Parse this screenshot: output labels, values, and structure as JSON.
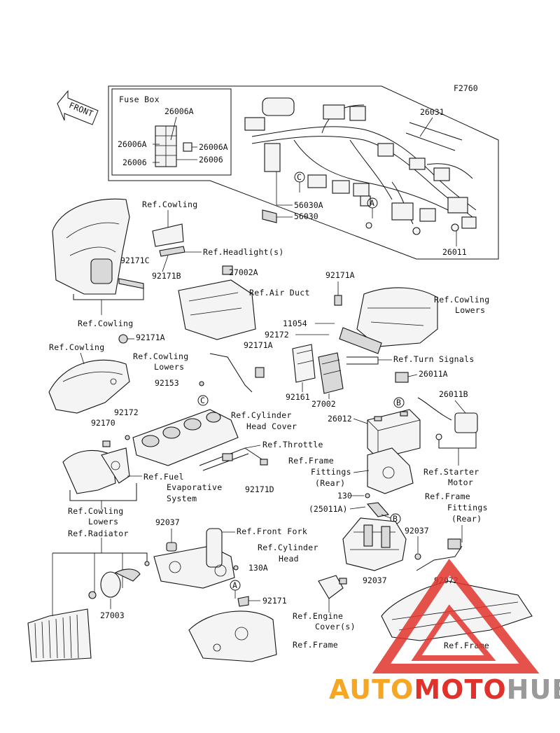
{
  "figure_code": "F2760",
  "front_label": "FRONT",
  "fuse_box_title": "Fuse Box",
  "part_numbers": {
    "p26031": "26031",
    "p26006A_top": "26006A",
    "p26006A_left": "26006A",
    "p26006A_right": "26006A",
    "p26006_left": "26006",
    "p26006_right": "26006",
    "p56030A": "56030A",
    "p56030": "56030",
    "p26011": "26011",
    "p27002A": "27002A",
    "p92171A_top": "92171A",
    "p11054": "11054",
    "p92172_mid": "92172",
    "p92171A_mid": "92171A",
    "p92171C": "92171C",
    "p92171B": "92171B",
    "p92171A_left": "92171A",
    "p92153": "92153",
    "p92161": "92161",
    "p27002": "27002",
    "p26011A": "26011A",
    "p26011B": "26011B",
    "p26012": "26012",
    "p92172_left": "92172",
    "p92170": "92170",
    "p92171D": "92171D",
    "p130": "130",
    "p25011A": "(25011A)",
    "p92037_left": "92037",
    "p92037_right": "92037",
    "p92037_bottom": "92037",
    "p130A": "130A",
    "p92171": "92171",
    "p92072": "92072",
    "p27003": "27003"
  },
  "references": {
    "ref_cowling_top": "Ref.Cowling",
    "ref_headlight": "Ref.Headlight(s)",
    "ref_air_duct": "Ref.Air Duct",
    "ref_cowling_lowers_1a": "Ref.Cowling",
    "ref_cowling_lowers_1b": "Lowers",
    "ref_cowling_mid": "Ref.Cowling",
    "ref_cowling_left": "Ref.Cowling",
    "ref_turn_signals": "Ref.Turn Signals",
    "ref_cowling_lowers_2a": "Ref.Cowling",
    "ref_cowling_lowers_2b": "Lowers",
    "ref_cyl_head_cover_a": "Ref.Cylinder",
    "ref_cyl_head_cover_b": "Head Cover",
    "ref_throttle": "Ref.Throttle",
    "ref_frame_fittings_1a": "Ref.Frame",
    "ref_frame_fittings_1b": "Fittings",
    "ref_frame_fittings_1c": "(Rear)",
    "ref_starter_a": "Ref.Starter",
    "ref_starter_b": "Motor",
    "ref_fuel_a": "Ref.Fuel",
    "ref_fuel_b": "Evaporative",
    "ref_fuel_c": "System",
    "ref_frame_fittings_2a": "Ref.Frame",
    "ref_frame_fittings_2b": "Fittings",
    "ref_frame_fittings_2c": "(Rear)",
    "ref_cowling_lowers_3a": "Ref.Cowling",
    "ref_cowling_lowers_3b": "Lowers",
    "ref_radiator": "Ref.Radiator",
    "ref_front_fork": "Ref.Front Fork",
    "ref_cyl_head_a": "Ref.Cylinder",
    "ref_cyl_head_b": "Head",
    "ref_engine_cover_a": "Ref.Engine",
    "ref_engine_cover_b": "Cover(s)",
    "ref_frame_bottom": "Ref.Frame",
    "ref_frame_right": "Ref.Frame"
  },
  "callouts": {
    "A_top": "A",
    "B_top": "B",
    "C_top": "C",
    "C_mid": "C",
    "B_mid": "B",
    "A_bottom": "A"
  },
  "watermark": {
    "text_part1": "AUTO",
    "text_part2": "MOTO",
    "text_part3": "HUB",
    "color_orange": "#f5a623",
    "color_red": "#e0322b",
    "color_gray": "#9a9a9a"
  }
}
